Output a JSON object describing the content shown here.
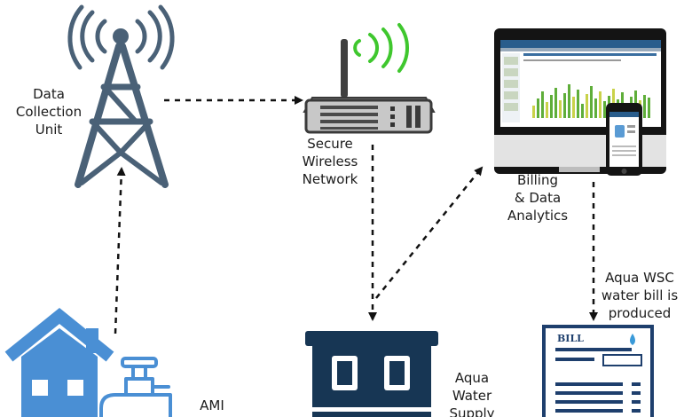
{
  "labels": {
    "data_collection_unit": [
      "Data",
      "Collection",
      "Unit"
    ],
    "secure_wireless_network": [
      "Secure",
      "Wireless",
      "Network"
    ],
    "billing_data_analytics": [
      "Billing",
      "& Data",
      "Analytics"
    ],
    "aqua_wsc_bill": [
      "Aqua WSC",
      "water bill is",
      "produced"
    ],
    "ami": "AMI",
    "aqua_water_supply": [
      "Aqua",
      "Water",
      "Supply"
    ]
  },
  "bill_document": {
    "title": "BILL"
  },
  "colors": {
    "tower": "#4a6177",
    "house": "#4a8fd4",
    "building": "#173654",
    "signal_green": "#3fc72e",
    "arrow": "#111111",
    "bill_blue": "#1e3f6d",
    "drop_blue": "#3a9ad9"
  }
}
